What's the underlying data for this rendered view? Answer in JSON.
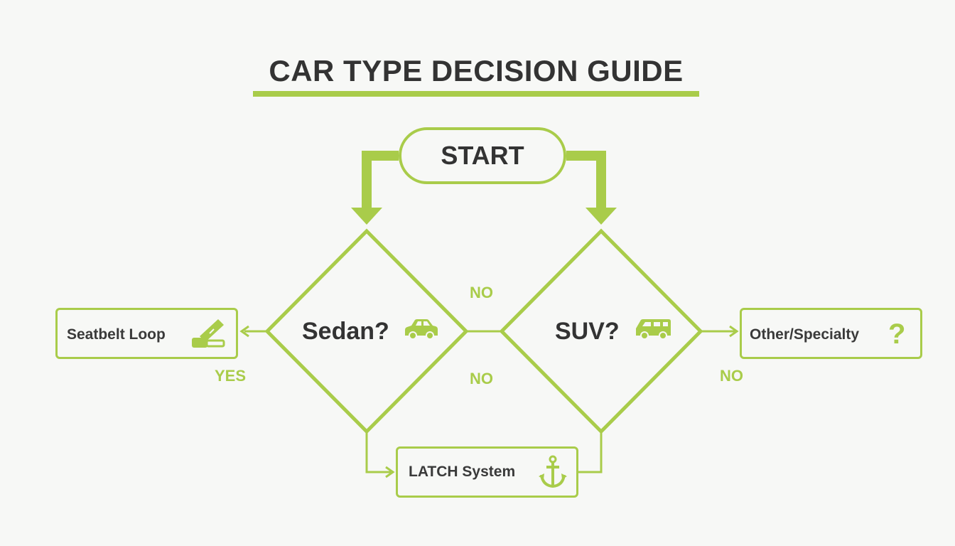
{
  "title": "CAR TYPE DECISION GUIDE",
  "start": {
    "label": "START"
  },
  "decisions": [
    {
      "id": "sedan",
      "label": "Sedan?",
      "icon": "car-icon"
    },
    {
      "id": "suv",
      "label": "SUV?",
      "icon": "van-icon"
    }
  ],
  "outcomes": [
    {
      "id": "seatbelt",
      "label": "Seatbelt Loop",
      "icon": "seatbelt-icon"
    },
    {
      "id": "latch",
      "label": "LATCH System",
      "icon": "anchor-icon"
    },
    {
      "id": "other",
      "label": "Other/Specialty",
      "icon": "question-mark-icon"
    }
  ],
  "edge_labels": {
    "sedan_yes": "YES",
    "sedan_to_suv_no": "NO",
    "sedan_bottom_no": "NO",
    "suv_no": "NO"
  },
  "question_mark": "?",
  "colors": {
    "accent": "#a9cc4a",
    "text": "#333333",
    "background": "#f7f8f6"
  }
}
